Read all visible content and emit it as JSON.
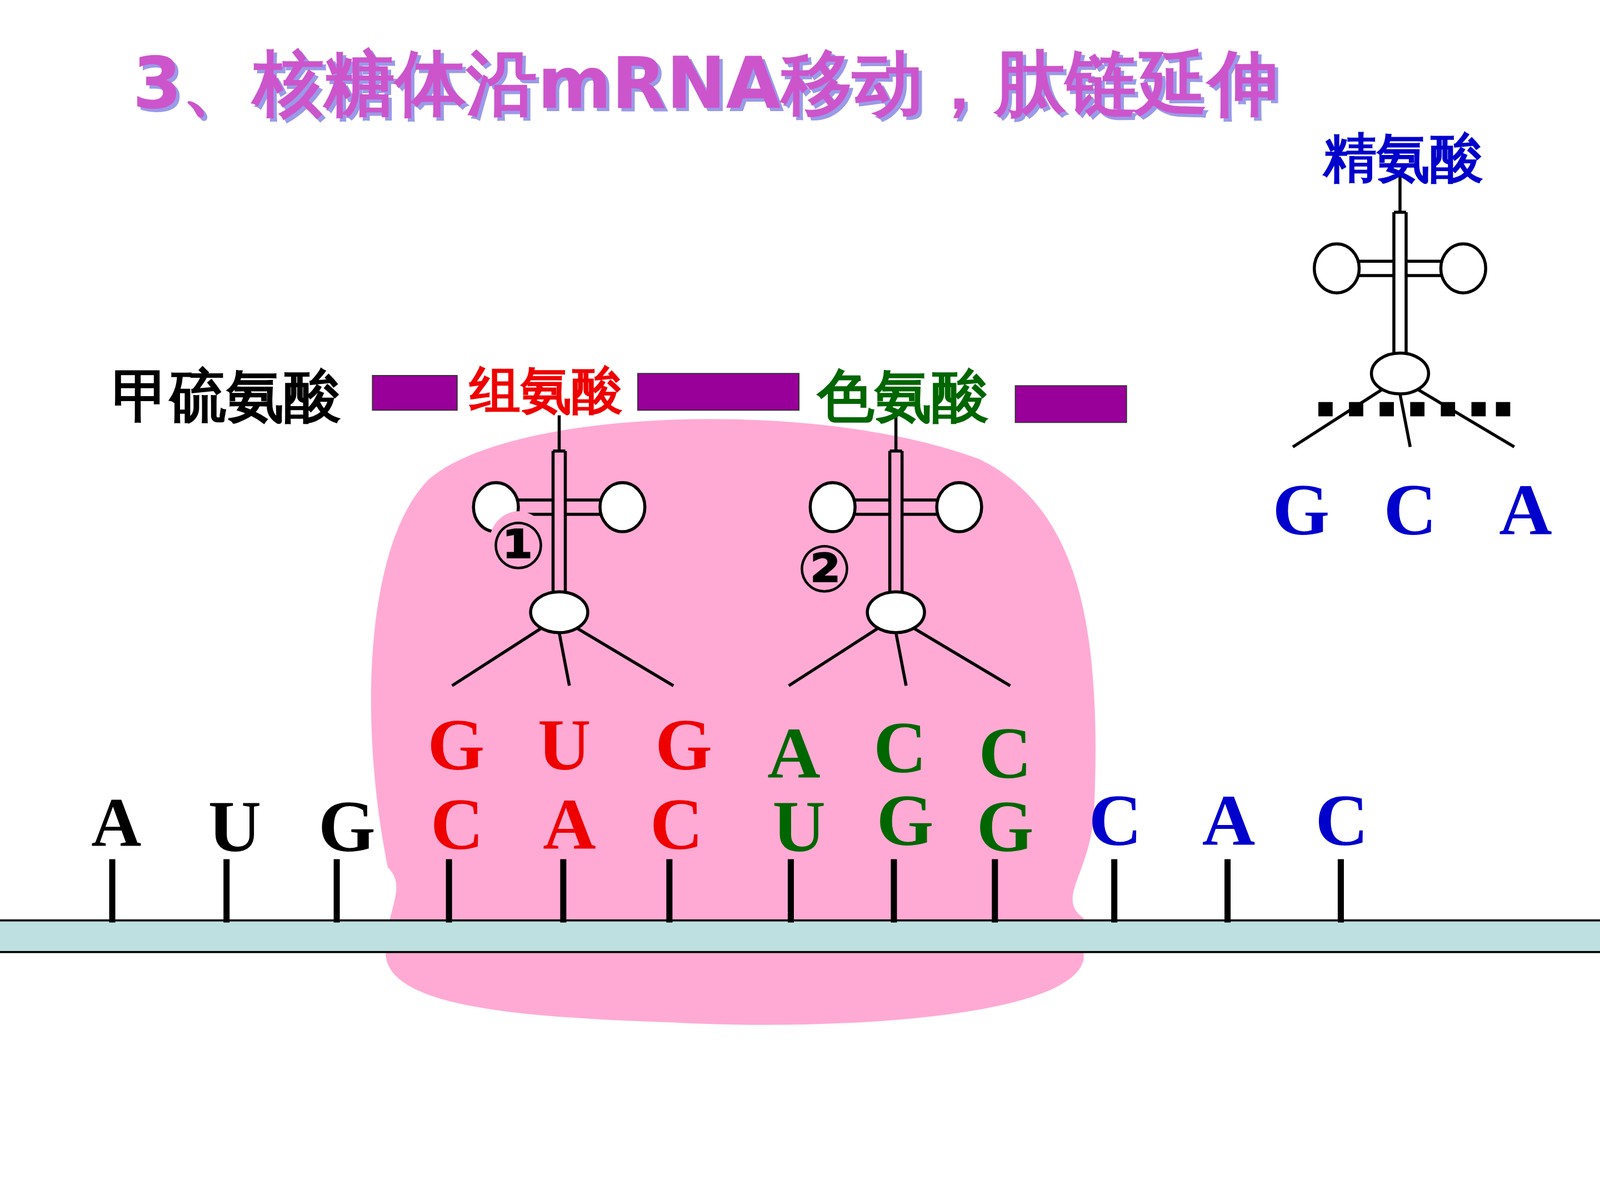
{
  "diagram": {
    "title": "3、核糖体沿mRNA移动，肽链延伸",
    "labels": [
      "精氨酸",
      "甲硫氨酸",
      "组氨酸",
      "色氨酸",
      "①",
      "②",
      "G",
      "C",
      "A",
      "G",
      "U",
      "G",
      "A",
      "C",
      "C",
      "A",
      "U",
      "G",
      "C",
      "A",
      "C",
      "U",
      "G",
      "G",
      "C",
      "A",
      "C"
    ]
  }
}
